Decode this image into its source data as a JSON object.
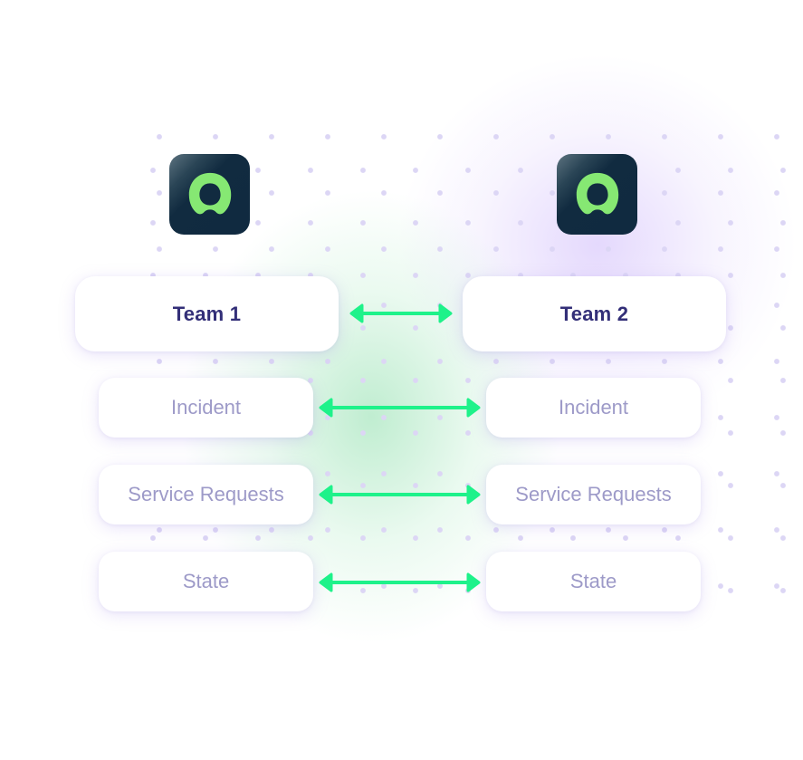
{
  "diagram": {
    "description": "Two-team sync mapping",
    "colors": {
      "team_text": "#332f78",
      "item_text": "#9d9ac8",
      "arrow": "#1ef28a",
      "logo_bg": "#102a40",
      "logo_mark": "#86e873"
    },
    "left": {
      "logo_icon": "ring-logo-icon",
      "team_label": "Team 1",
      "items": [
        "Incident",
        "Service Requests",
        "State"
      ]
    },
    "right": {
      "logo_icon": "ring-logo-icon",
      "team_label": "Team 2",
      "items": [
        "Incident",
        "Service Requests",
        "State"
      ]
    },
    "connections": [
      {
        "from": "Team 1",
        "to": "Team 2",
        "type": "bidirectional"
      },
      {
        "from": "Incident",
        "to": "Incident",
        "type": "bidirectional"
      },
      {
        "from": "Service Requests",
        "to": "Service Requests",
        "type": "bidirectional"
      },
      {
        "from": "State",
        "to": "State",
        "type": "bidirectional"
      }
    ]
  }
}
